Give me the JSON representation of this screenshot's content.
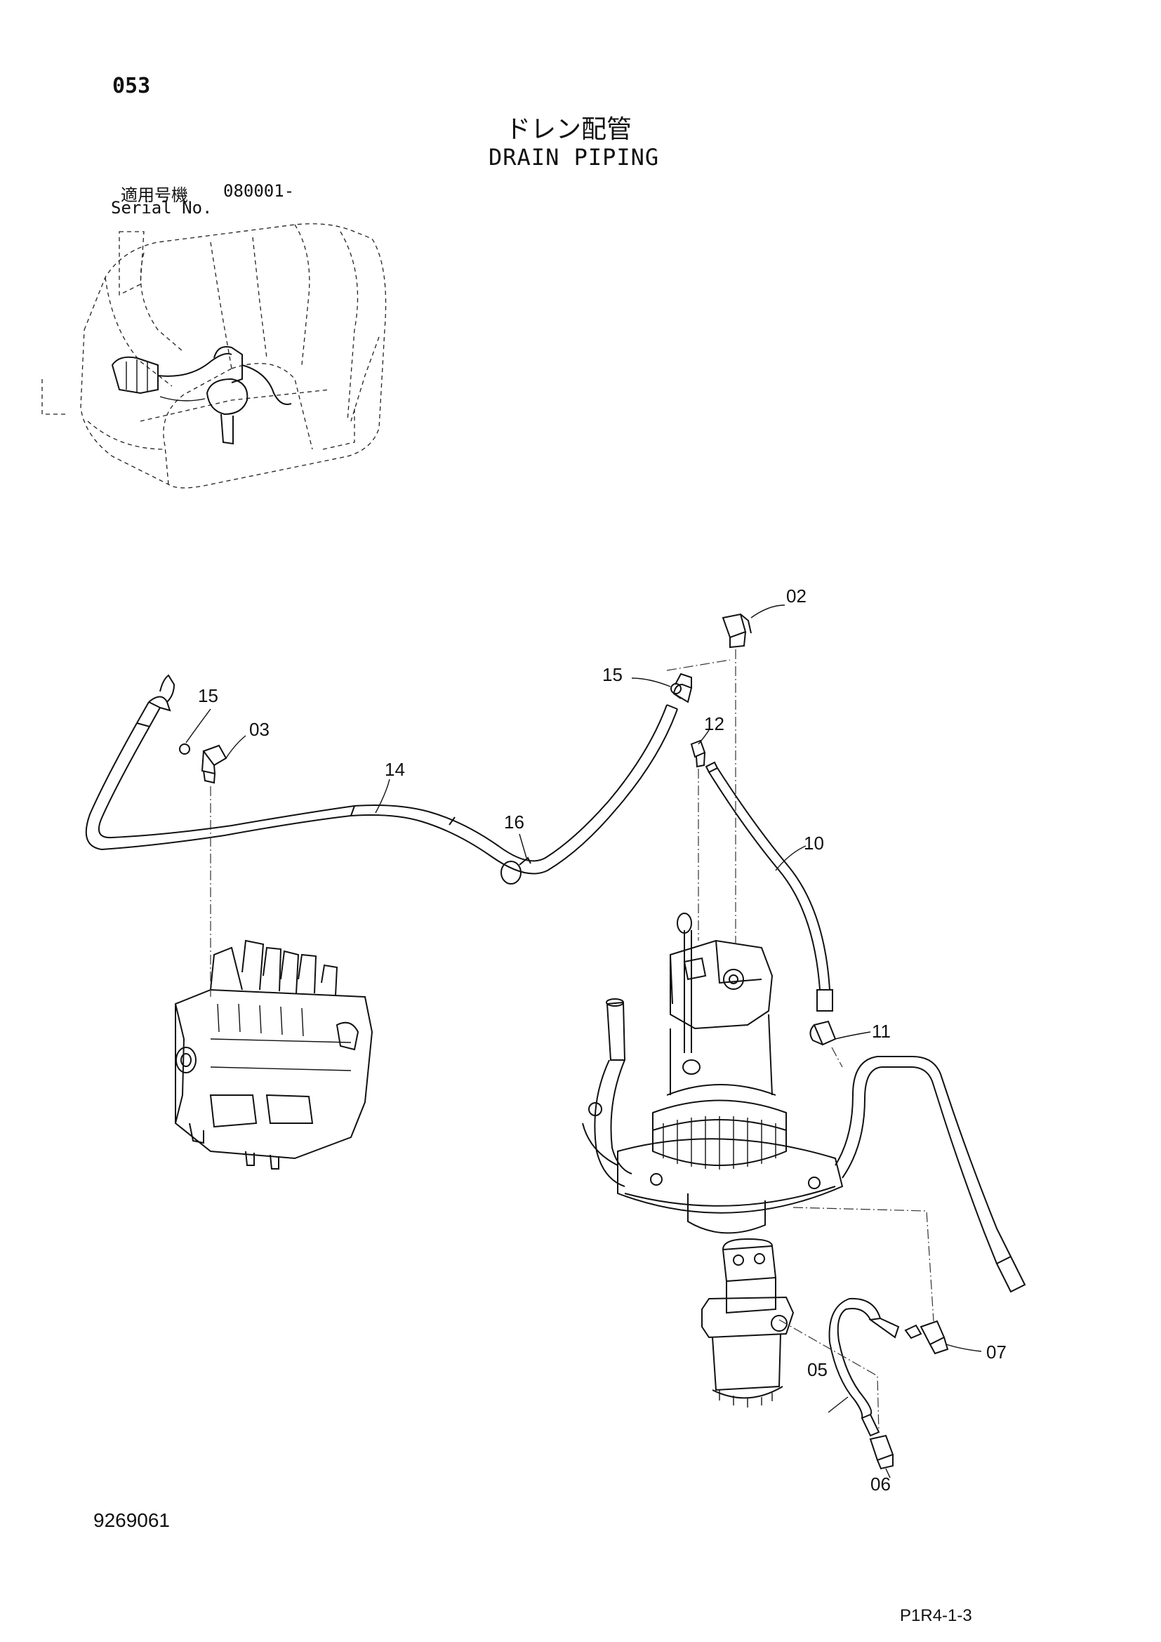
{
  "header": {
    "page_number": "053",
    "title_ja": "ドレン配管",
    "title_en": "DRAIN PIPING",
    "serial_label_ja": "適用号機",
    "serial_value": "080001-",
    "serial_label_en": "Serial No."
  },
  "callouts": {
    "c02": "02",
    "c03": "03",
    "c05": "05",
    "c06": "06",
    "c07": "07",
    "c10": "10",
    "c11": "11",
    "c12": "12",
    "c14": "14",
    "c15a": "15",
    "c15b": "15",
    "c16": "16"
  },
  "footer": {
    "doc_id": "9269061",
    "page_ref": "P1R4-1-3"
  }
}
